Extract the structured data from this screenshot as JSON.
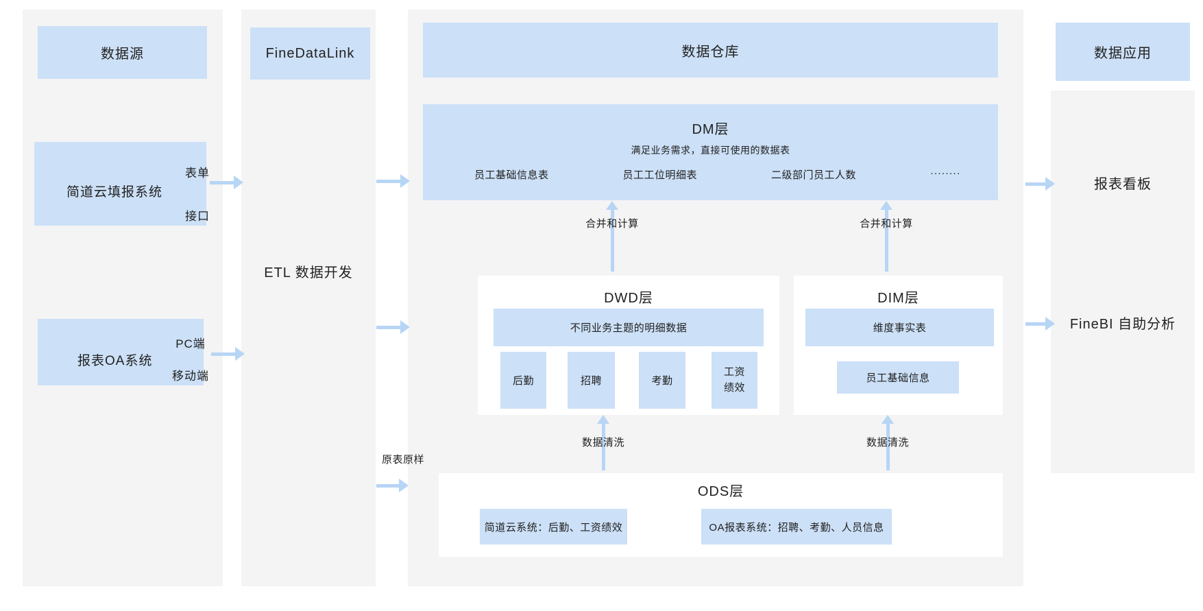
{
  "palette": {
    "panel_bg": "#f4f4f5",
    "box_blue": "#cce0f7",
    "arrow_blue": "#b7d5f5",
    "white": "#ffffff",
    "text": "#212121"
  },
  "source": {
    "title": "数据源",
    "systems": [
      {
        "name": "简道云填报系统",
        "channels": [
          "表单",
          "接口"
        ]
      },
      {
        "name": "报表OA系统",
        "channels": [
          "PC端",
          "移动端"
        ]
      }
    ]
  },
  "etl": {
    "tool": "FineDataLink",
    "label": "ETL 数据开发",
    "raw_copy_label": "原表原样"
  },
  "warehouse": {
    "title": "数据仓库",
    "dm": {
      "title": "DM层",
      "subtitle": "满足业务需求，直接可使用的数据表",
      "tables": [
        "员工基础信息表",
        "员工工位明细表",
        "二级部门员工人数",
        "········"
      ]
    },
    "dwd": {
      "title": "DWD层",
      "summary": "不同业务主题的明细数据",
      "topics": [
        "后勤",
        "招聘",
        "考勤",
        "工资绩效"
      ]
    },
    "dim": {
      "title": "DIM层",
      "summary": "维度事实表",
      "tables": [
        "员工基础信息"
      ]
    },
    "ods": {
      "title": "ODS层",
      "sources": [
        "简道云系统：后勤、工资绩效",
        "OA报表系统：招聘、考勤、人员信息"
      ]
    },
    "labels": {
      "merge_left": "合并和计算",
      "merge_right": "合并和计算",
      "clean_left": "数据清洗",
      "clean_right": "数据清洗"
    }
  },
  "apps": {
    "title": "数据应用",
    "items": [
      "报表看板",
      "FineBI 自助分析"
    ]
  }
}
